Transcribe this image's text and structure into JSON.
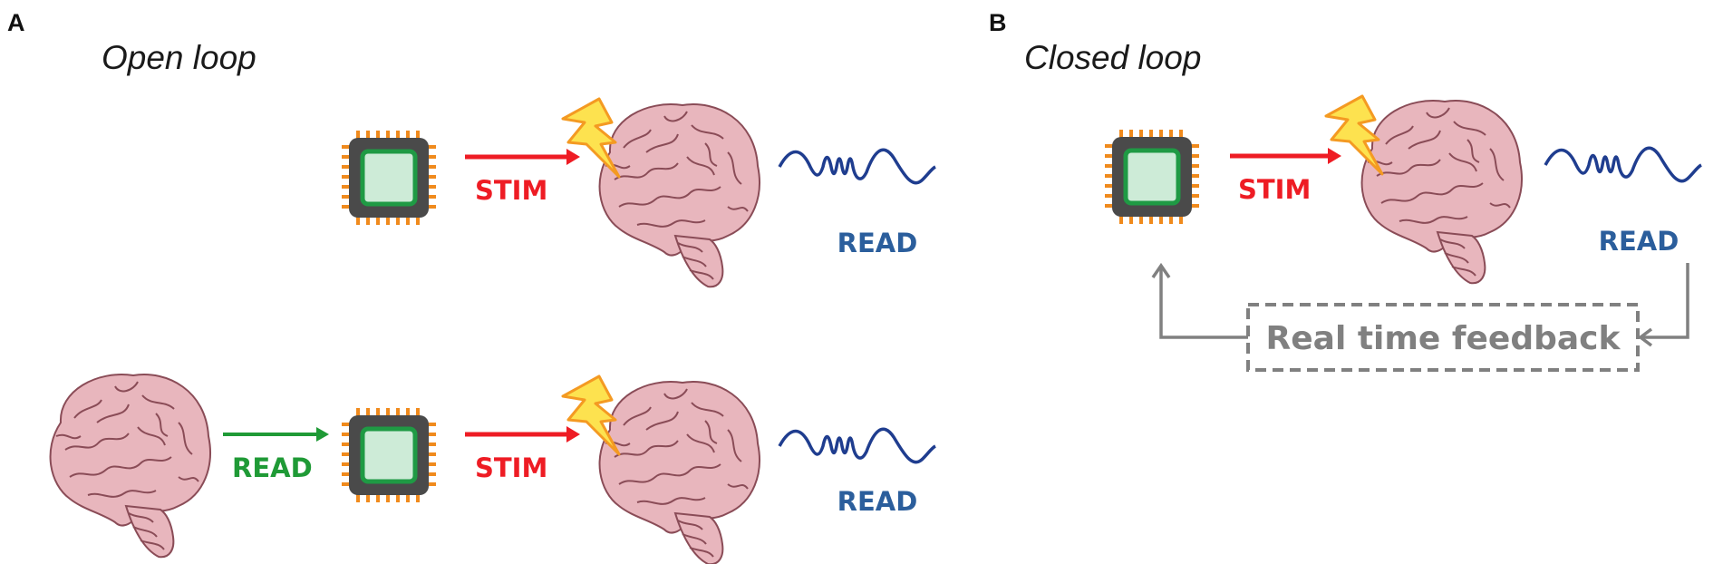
{
  "panels": [
    {
      "letter": "A",
      "title": "Open loop"
    },
    {
      "letter": "B",
      "title": "Closed loop"
    }
  ],
  "labels": {
    "stim": "STIM",
    "read": "READ",
    "feedback": "Real time feedback"
  },
  "colors": {
    "stim": "#ee1c24",
    "read_output": "#2b5e9c",
    "read_input": "#1f9a36",
    "wave": "#1f3d8f",
    "feedback": "#808080",
    "brain_fill": "#e8b6bd",
    "brain_line": "#8a4c57",
    "chip_body": "#4a4a4a",
    "chip_pins": "#f08a1c",
    "chip_core": "#cdebd7",
    "chip_border": "#1f9a44",
    "bolt_fill": "#fde24f",
    "bolt_stroke": "#f49a22"
  },
  "icons": [
    "microchip-icon",
    "brain-icon",
    "lightning-bolt-icon",
    "brain-wave-icon"
  ]
}
